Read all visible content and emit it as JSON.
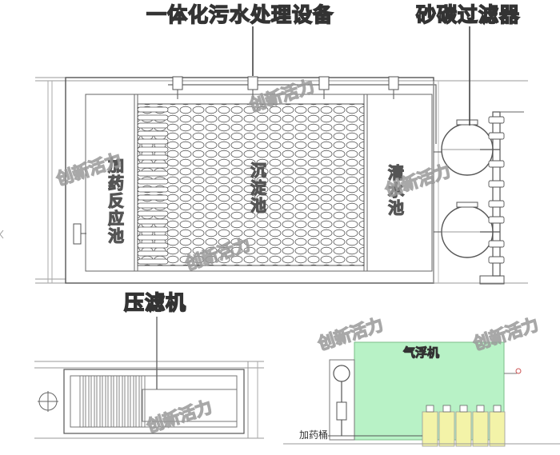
{
  "labels": {
    "integrated_equipment": "一体化污水处理设备",
    "sand_carbon_filter": "砂碳过滤器",
    "filter_press": "压滤机",
    "air_flotation": "气浮机",
    "dosing_barrel": "加药桶"
  },
  "tanks": {
    "reaction": "加药反应池",
    "sedimentation": "沉淀池",
    "clear_water": "清水池"
  },
  "watermark": "创新活力",
  "colors": {
    "flotation_fill": "#b8f2c6",
    "dosing_fill": "#f3f3a8",
    "line": "#444444"
  }
}
